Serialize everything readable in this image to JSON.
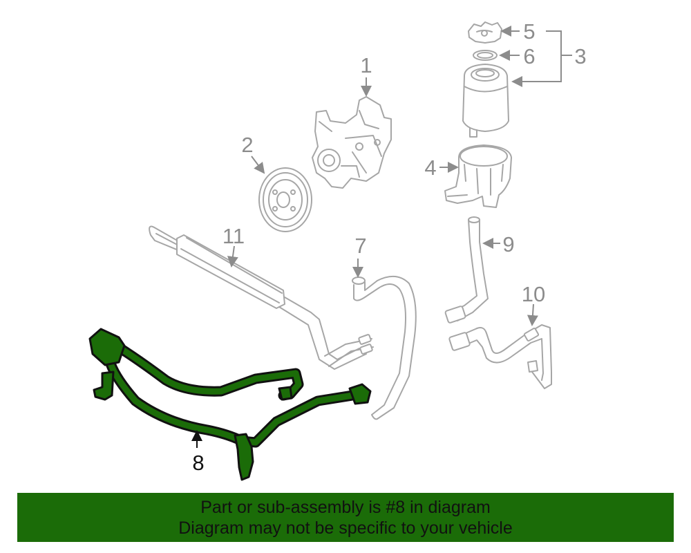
{
  "diagram": {
    "callouts": {
      "p1": "1",
      "p2": "2",
      "p3": "3",
      "p4": "4",
      "p5": "5",
      "p6": "6",
      "p7": "7",
      "p8": "8",
      "p9": "9",
      "p10": "10",
      "p11": "11"
    },
    "highlighted_part": "8",
    "highlight_color": "#1b6c08",
    "part_outline_color": "#a6a6a6"
  },
  "banner": {
    "line1": "Part or sub-assembly is #8 in diagram",
    "line2": "Diagram may not be specific to your vehicle",
    "background": "#1b6c08"
  }
}
